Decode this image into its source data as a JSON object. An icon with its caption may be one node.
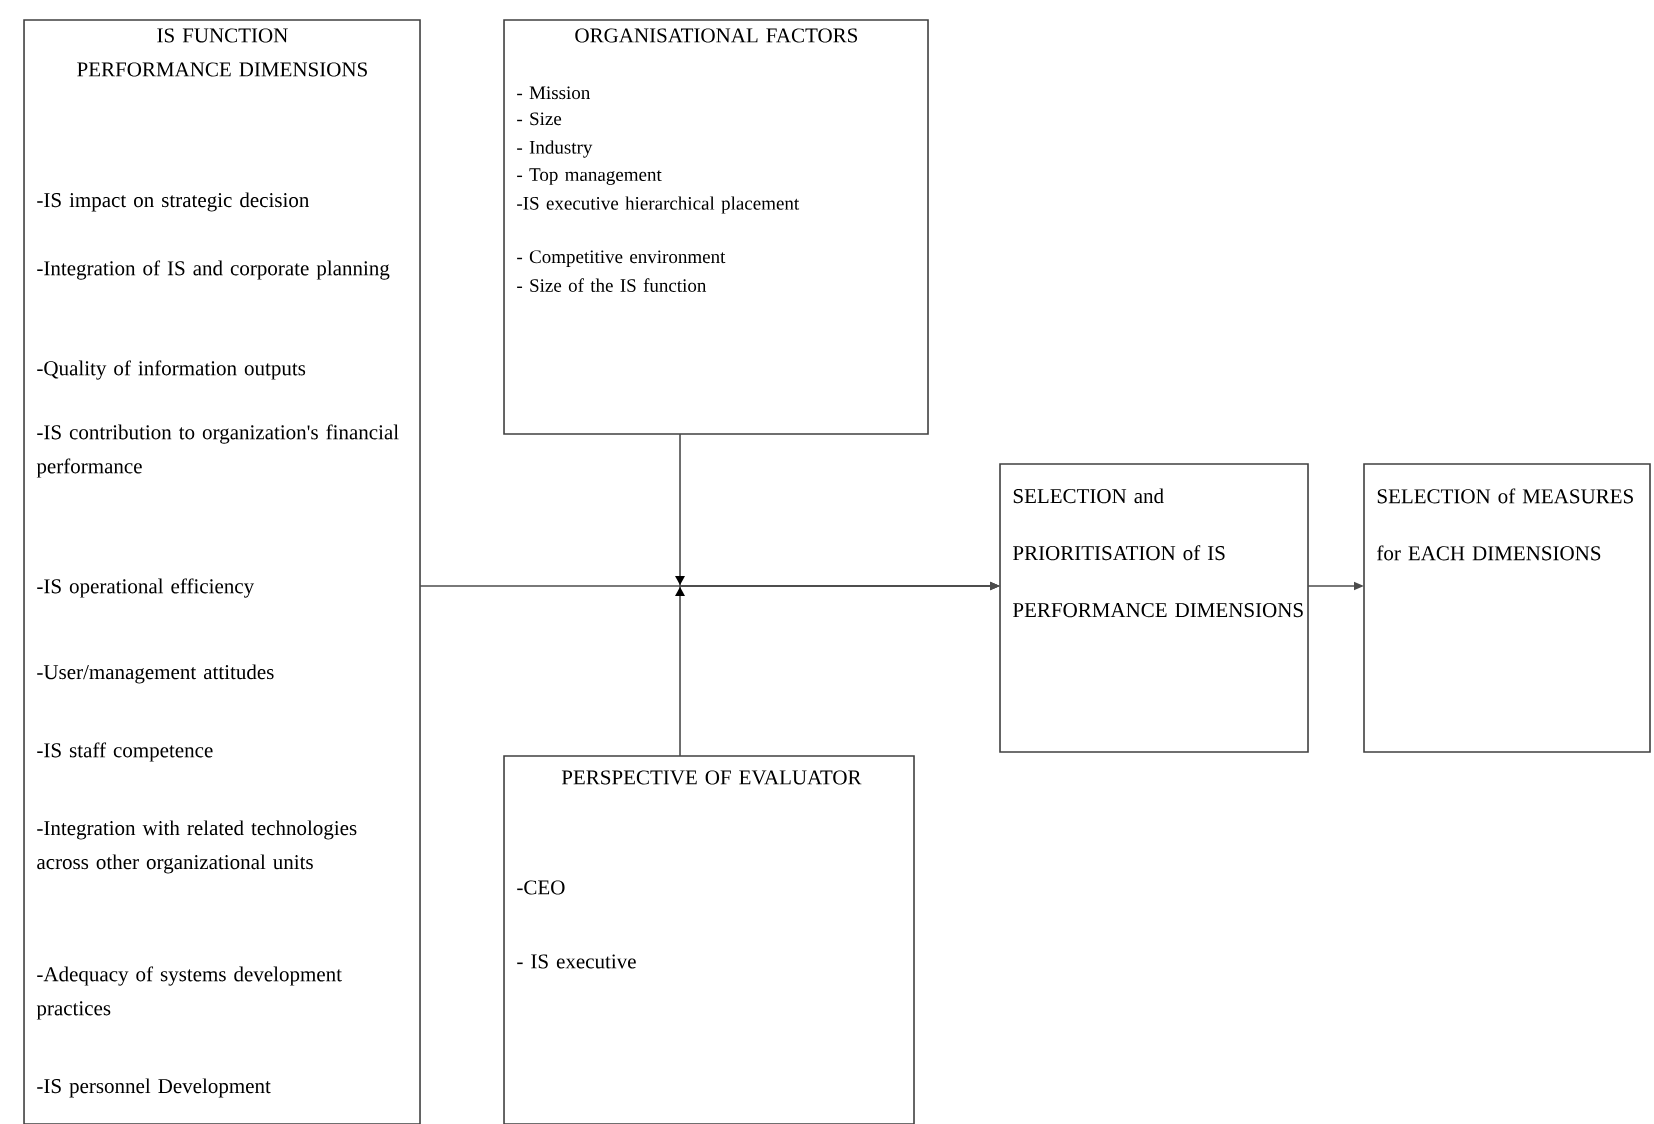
{
  "diagram": {
    "nodes": [
      {
        "text": [
          "IS FUNCTION PERFORMANCE DIMENSIONS",
          "-IS impact on strategic decision",
          "-Integration of IS and corporate planning",
          "-Quality of information outputs",
          "-IS contribution to organization's financial performance",
          "-IS operational efficiency",
          "-User/management attitudes",
          "-IS staff competence",
          "-Integration with related technologies across other organizational units",
          "-Adequacy of systems development practices",
          "-IS personnel Development"
        ]
      },
      {
        "text": [
          "ORGANISATIONAL FACTORS",
          "- Mission",
          "- Size",
          "- Industry",
          "- Top management",
          "-IS executive hierarchical placement",
          "- Competitive environment",
          "- Size of the IS function"
        ]
      },
      {
        "text": [
          "PERSPECTIVE OF EVALUATOR",
          "-CEO",
          "- IS executive"
        ]
      },
      {
        "text": [
          "SELECTION and PRIORITISATION of IS PERFORMANCE DIMENSIONS"
        ]
      },
      {
        "text": [
          "SELECTION of MEASURES for EACH DIMENSIONS"
        ]
      }
    ],
    "edges": [
      {
        "from": 0,
        "to": 3,
        "arrow": "to"
      },
      {
        "from": 1,
        "to": 3,
        "arrow": "to"
      },
      {
        "from": 2,
        "to": 3,
        "arrow": "to"
      },
      {
        "from": 3,
        "to": 4,
        "arrow": "to"
      }
    ]
  }
}
